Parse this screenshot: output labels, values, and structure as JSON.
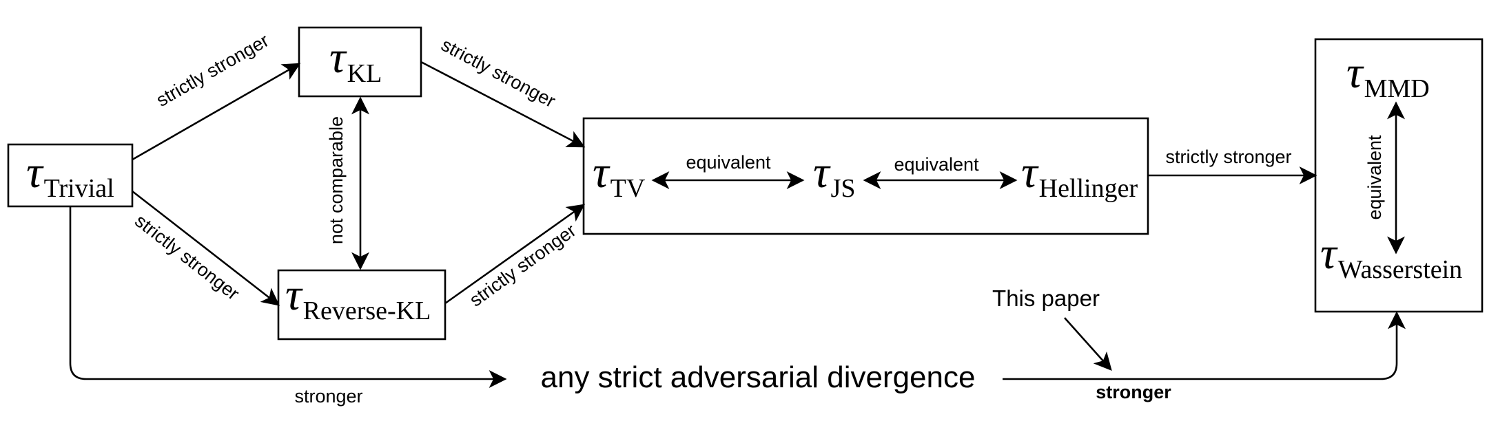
{
  "nodes": {
    "trivial": {
      "tau": "τ",
      "sub": "Trivial"
    },
    "kl": {
      "tau": "τ",
      "sub": "KL"
    },
    "reverse_kl": {
      "tau": "τ",
      "sub": "Reverse-KL"
    },
    "tv": {
      "tau": "τ",
      "sub": "TV"
    },
    "js": {
      "tau": "τ",
      "sub": "JS"
    },
    "hellinger": {
      "tau": "τ",
      "sub": "Hellinger"
    },
    "mmd": {
      "tau": "τ",
      "sub": "MMD"
    },
    "wasserstein": {
      "tau": "τ",
      "sub": "Wasserstein"
    }
  },
  "edges": {
    "trivial_kl": "strictly stronger",
    "trivial_rkl": "strictly stronger",
    "kl_group": "strictly stronger",
    "rkl_group": "strictly stronger",
    "kl_rkl": "not comparable",
    "tv_js": "equivalent",
    "js_hellinger": "equivalent",
    "group_right": "strictly stronger",
    "mmd_wasserstein": "equivalent",
    "trivial_any": "stronger",
    "any_right": "stronger"
  },
  "center_text": "any strict adversarial divergence",
  "annotation": "This paper"
}
